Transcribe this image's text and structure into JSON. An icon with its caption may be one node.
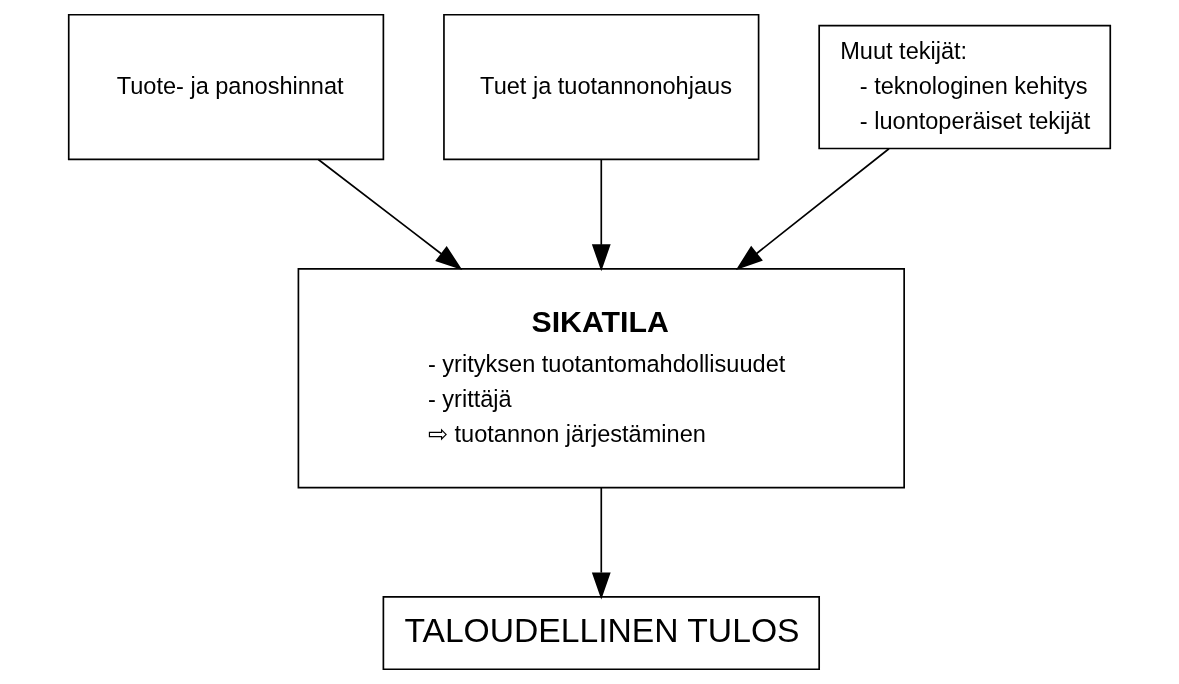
{
  "diagram": {
    "nodes": [
      {
        "text": [
          "Tuote- ja panoshinnat"
        ]
      },
      {
        "text": [
          "Tuet ja tuotannonohjaus"
        ]
      },
      {
        "text": [
          "Muut tekijät:",
          "- teknologinen kehitys",
          "- luontoperäiset tekijät"
        ]
      },
      {
        "text": [
          "SIKATILA",
          "- yrityksen tuotantomahdollisuudet",
          "- yrittäjä",
          "⇨ tuotannon järjestäminen"
        ]
      },
      {
        "text": [
          "TALOUDELLINEN TULOS"
        ]
      }
    ],
    "edges": [
      {
        "from": 0,
        "to": 3,
        "arrow": "to"
      },
      {
        "from": 1,
        "to": 3,
        "arrow": "to"
      },
      {
        "from": 2,
        "to": 3,
        "arrow": "to"
      },
      {
        "from": 3,
        "to": 4,
        "arrow": "to"
      }
    ]
  }
}
